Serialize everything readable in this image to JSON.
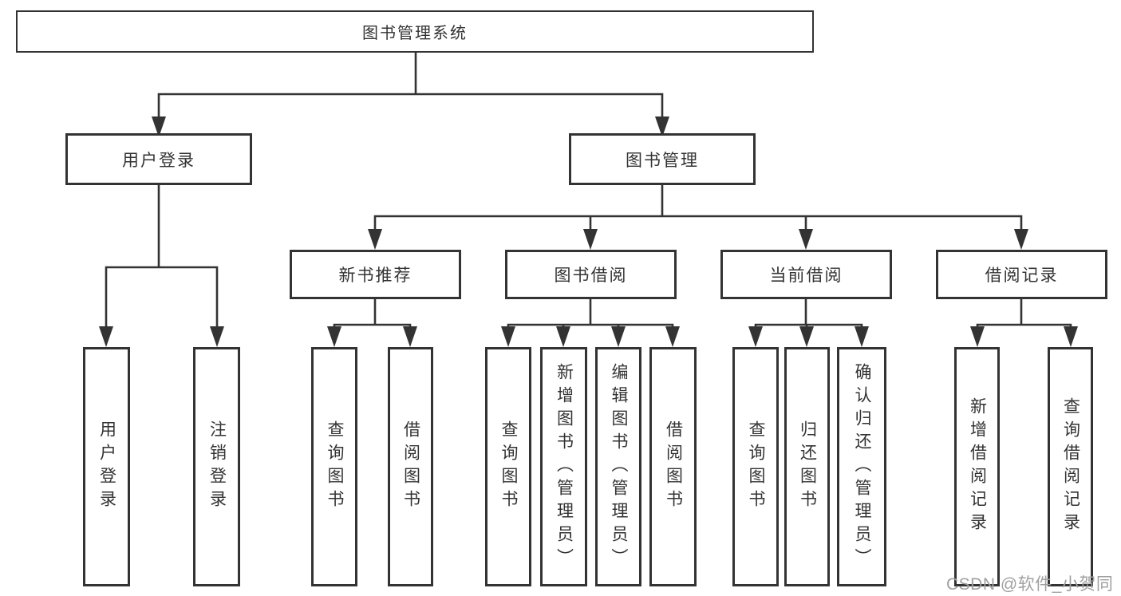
{
  "diagram_title": "图书管理系统",
  "watermark": "CSDN @软件_小贺同学",
  "colors": {
    "line": "#333333",
    "text": "#333333",
    "box_fill": "#ffffff",
    "background": "#ffffff",
    "watermark": "#a0a0a0"
  },
  "tree": {
    "root": {
      "label": "图书管理系统"
    },
    "branches": [
      {
        "label": "用户登录",
        "children": [
          {
            "label": "用户登录"
          },
          {
            "label": "注销登录"
          }
        ]
      },
      {
        "label": "图书管理",
        "groups": [
          {
            "label": "新书推荐",
            "children": [
              {
                "label": "查询图书"
              },
              {
                "label": "借阅图书"
              }
            ]
          },
          {
            "label": "图书借阅",
            "children": [
              {
                "label": "查询图书"
              },
              {
                "label": "新增图书（管理员）"
              },
              {
                "label": "编辑图书（管理员）"
              },
              {
                "label": "借阅图书"
              }
            ]
          },
          {
            "label": "当前借阅",
            "children": [
              {
                "label": "查询图书"
              },
              {
                "label": "归还图书"
              },
              {
                "label": "确认归还（管理员）"
              }
            ]
          },
          {
            "label": "借阅记录",
            "children": [
              {
                "label": "新增借阅记录"
              },
              {
                "label": "查询借阅记录"
              }
            ]
          }
        ]
      }
    ]
  }
}
